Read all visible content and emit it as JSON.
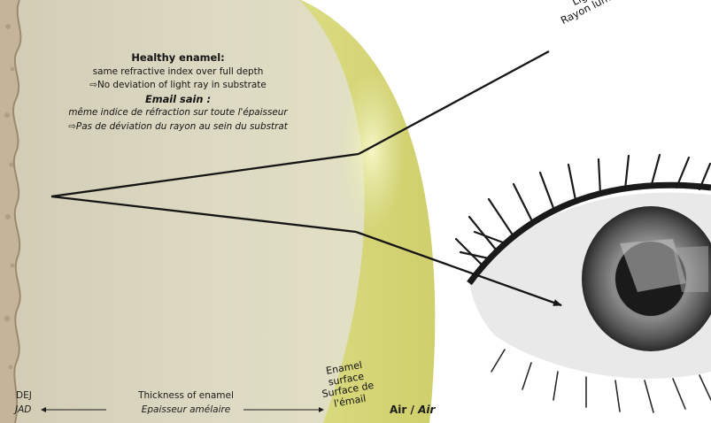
{
  "enamel_text": {
    "heading_en": "Healthy enamel:",
    "line2_en": "same refractive index over full depth",
    "line3_en": "No deviation of light ray in substrate",
    "heading_fr": "Email sain :",
    "line2_fr": "même indice de réfraction sur toute l'épaisseur",
    "line3_fr": "Pas de déviation du rayon au sein du substrat"
  },
  "light_ray": {
    "label_en": "Light ray",
    "label_fr": "Rayon lumineux"
  },
  "bottom_labels": {
    "dej": "DEJ",
    "jad": "JAD",
    "thickness_en": "Thickness of enamel",
    "thickness_fr": "Epaisseur amélaire"
  },
  "surface_label": {
    "line1": "Enamel",
    "line2": "surface",
    "line3": "Surface de",
    "line4": "l'émail"
  },
  "air_label": {
    "en": "Air",
    "separator": " / ",
    "fr": "Air"
  },
  "colors": {
    "enamel_fill": "#dcd9c2",
    "surface_band": "#d4d47a",
    "dentin_edge": "#b9a98e",
    "ray": "#151515",
    "background": "#ffffff"
  }
}
